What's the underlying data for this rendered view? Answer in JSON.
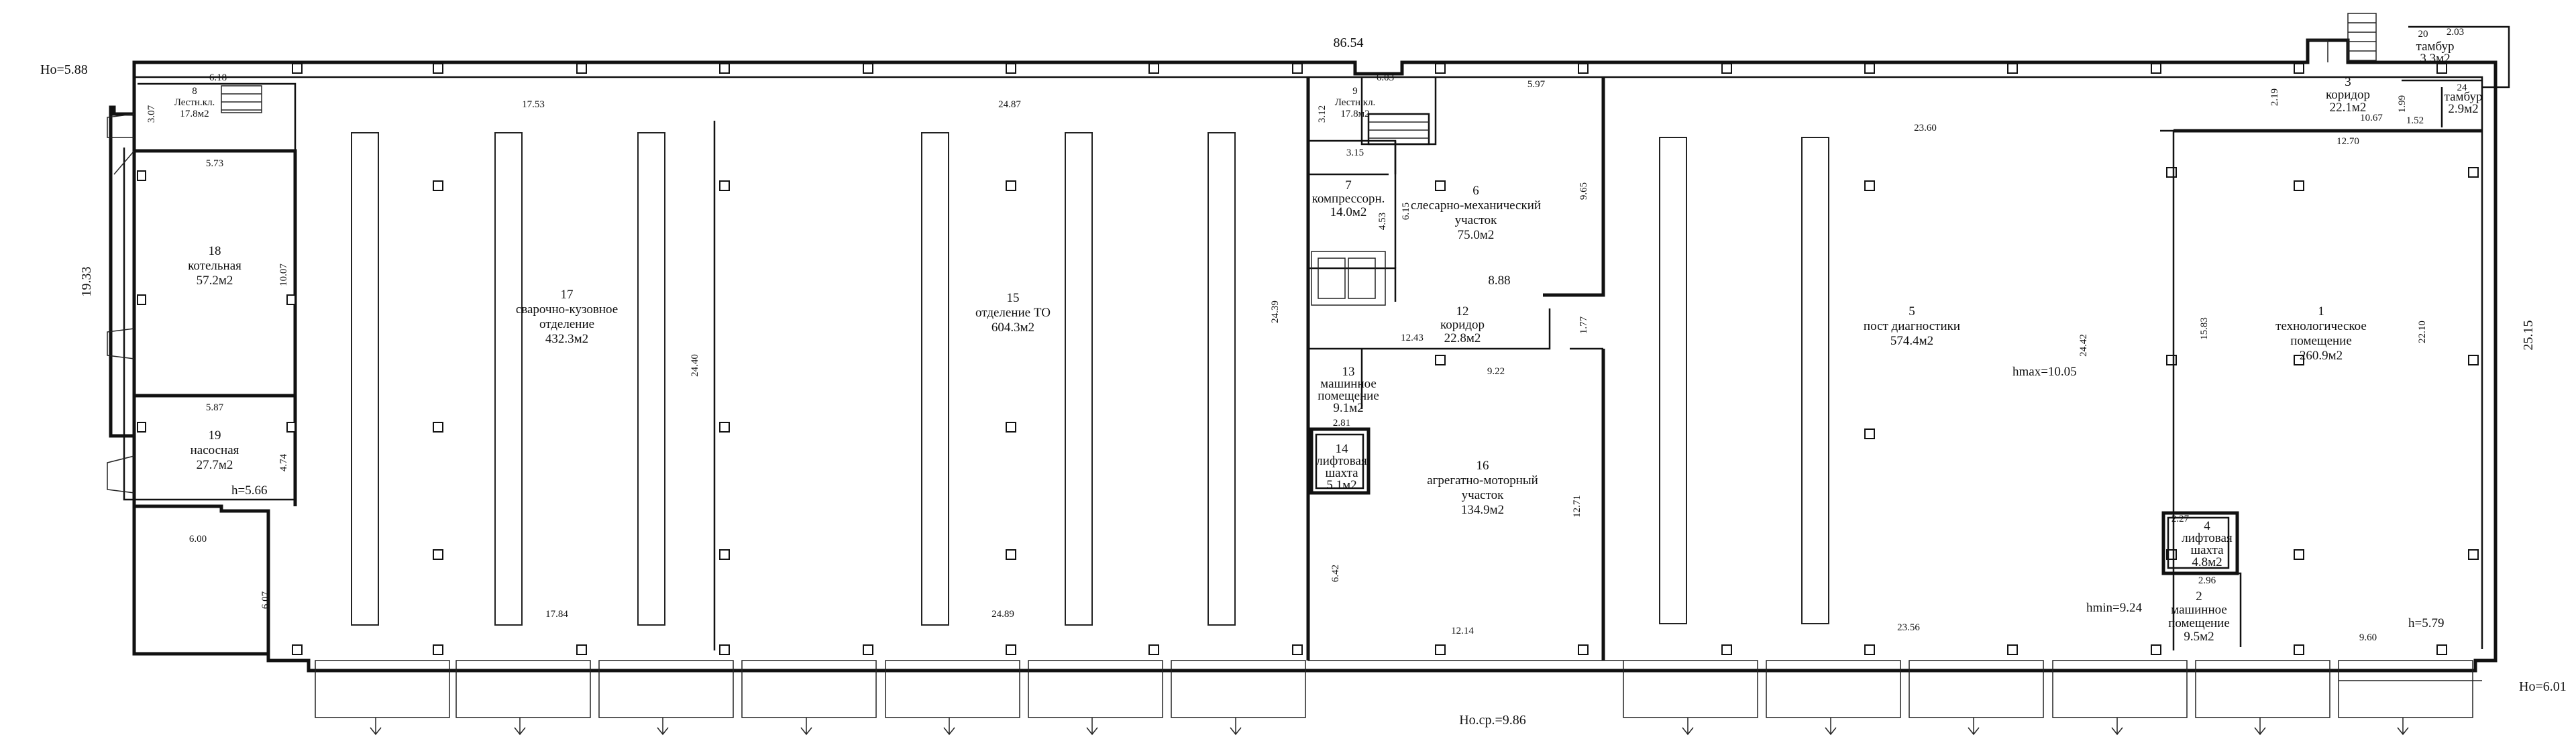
{
  "plan": {
    "corner_marks": {
      "h_left": "Но=5.88",
      "h_right": "Но=6.01",
      "h_bottom": "Но.ср.=9.86",
      "overall_length": "86.54",
      "overall_depth_left": "19.33",
      "overall_depth_right": "25.15"
    },
    "rooms": [
      {
        "num": "1",
        "name": [
          "технологическое",
          "помещение"
        ],
        "area": "260.9м2"
      },
      {
        "num": "2",
        "name": [
          "машинное",
          "помещение"
        ],
        "area": "9.5м2"
      },
      {
        "num": "4",
        "name": [
          "лифтовая",
          "шахта"
        ],
        "area": "4.8м2"
      },
      {
        "num": "5",
        "name": [
          "пост диагностики"
        ],
        "area": "574.4м2"
      },
      {
        "num": "6",
        "name": [
          "слесарно-механический",
          "участок"
        ],
        "area": "75.0м2"
      },
      {
        "num": "7",
        "name": [
          "компрессорн."
        ],
        "area": "14.0м2"
      },
      {
        "num": "8",
        "name": [
          "Лестн.кл."
        ],
        "area": "17.8м2"
      },
      {
        "num": "9",
        "name": [
          "Лестн.кл."
        ],
        "area": "17.8м2"
      },
      {
        "num": "12",
        "name": [
          "коридор"
        ],
        "area": "22.8м2"
      },
      {
        "num": "13",
        "name": [
          "машинное",
          "помещение"
        ],
        "area": "9.1м2"
      },
      {
        "num": "14",
        "name": [
          "лифтовая",
          "шахта"
        ],
        "area": "5.1м2"
      },
      {
        "num": "15",
        "name": [
          "отделение ТО"
        ],
        "area": "604.3м2"
      },
      {
        "num": "16",
        "name": [
          "агрегатно-моторный",
          "участок"
        ],
        "area": "134.9м2"
      },
      {
        "num": "17",
        "name": [
          "сварочно-кузовное",
          "отделение"
        ],
        "area": "432.3м2"
      },
      {
        "num": "18",
        "name": [
          "котельная"
        ],
        "area": "57.2м2"
      },
      {
        "num": "19",
        "name": [
          "насосная"
        ],
        "area": "27.7м2"
      },
      {
        "num": "20",
        "name": [
          "тамбур"
        ],
        "area": "3.3м2"
      },
      {
        "num": "3",
        "name": [
          "коридор"
        ],
        "area": "22.1м2"
      },
      {
        "num": "24",
        "name": [
          "тамбур"
        ],
        "area": "2.9м2"
      }
    ],
    "heights": {
      "h19": "h=5.66",
      "h5": "hmax=10.05",
      "h_bottom_mid": "hmin=9.24",
      "h1": "h=5.79"
    },
    "dims": {
      "d_17_53": "17.53",
      "d_24_87": "24.87",
      "d_5_97": "5.97",
      "d_23_60": "23.60",
      "d_10_67": "10.67",
      "d_12_70": "12.70",
      "d_17_84": "17.84",
      "d_24_89": "24.89",
      "d_12_14": "12.14",
      "d_23_56": "23.56",
      "d_9_60": "9.60",
      "d_5_73": "5.73",
      "d_5_87": "5.87",
      "d_6_00": "6.00",
      "d_6_07": "6.07",
      "d_10_07": "10.07",
      "d_4_74": "4.74",
      "d_24_40": "24.40",
      "d_24_39": "24.39",
      "d_24_42": "24.42",
      "d_22_10": "22.10",
      "d_15_83": "15.83",
      "d_8_88": "8.88",
      "d_12_43": "12.43",
      "d_9_22": "9.22",
      "d_12_71": "12.71",
      "d_6_42": "6.42",
      "d_3_15": "3.15",
      "d_6_15": "6.15",
      "d_4_53": "4.53",
      "d_9_65": "9.65",
      "d_1_77": "1.77",
      "d_2_81": "2.81",
      "d_2_96": "2.96",
      "d_2_27": "2.27",
      "d_3_12": "3.12",
      "d_3_07": "3.07",
      "d_6_18": "6.18",
      "d_6_03": "6.03",
      "d_2_19": "2.19",
      "d_1_99": "1.99",
      "d_1_52": "1.52",
      "d_2_03": "2.03"
    }
  }
}
